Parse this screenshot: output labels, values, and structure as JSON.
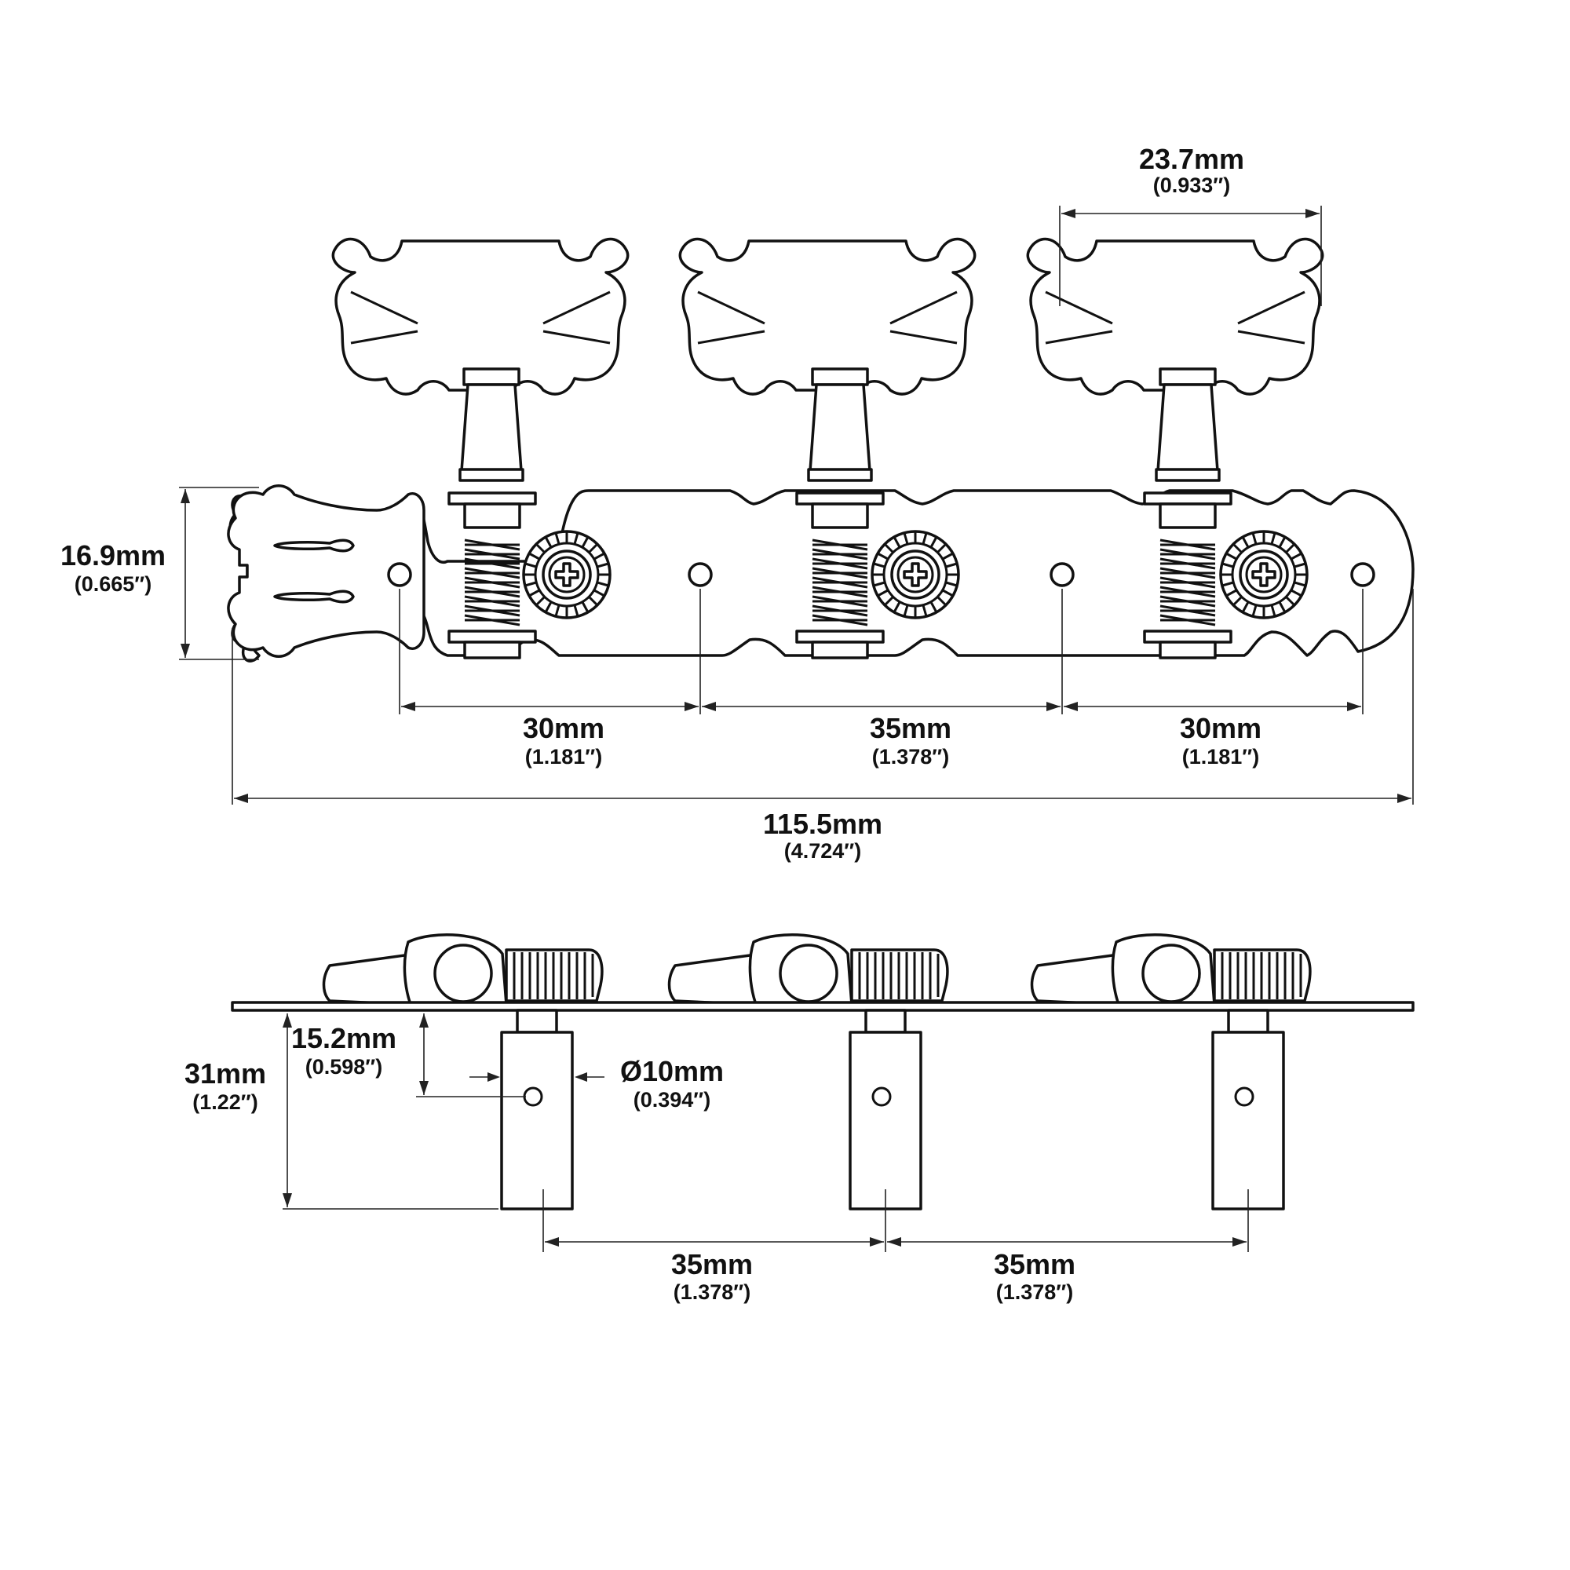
{
  "top_view": {
    "button_width": {
      "main": "23.7mm",
      "sub": "(0.933″)"
    },
    "plate_height": {
      "main": "16.9mm",
      "sub": "(0.665″)"
    },
    "hole_spacing_1": {
      "main": "30mm",
      "sub": "(1.181″)"
    },
    "hole_spacing_2": {
      "main": "35mm",
      "sub": "(1.378″)"
    },
    "hole_spacing_3": {
      "main": "30mm",
      "sub": "(1.181″)"
    },
    "overall_length": {
      "main": "115.5mm",
      "sub": "(4.724″)"
    }
  },
  "side_view": {
    "post_length": {
      "main": "31mm",
      "sub": "(1.22″)"
    },
    "hole_offset": {
      "main": "15.2mm",
      "sub": "(0.598″)"
    },
    "post_diameter": {
      "main": "Ø10mm",
      "sub": "(0.394″)"
    },
    "post_spacing_1": {
      "main": "35mm",
      "sub": "(1.378″)"
    },
    "post_spacing_2": {
      "main": "35mm",
      "sub": "(1.378″)"
    }
  }
}
